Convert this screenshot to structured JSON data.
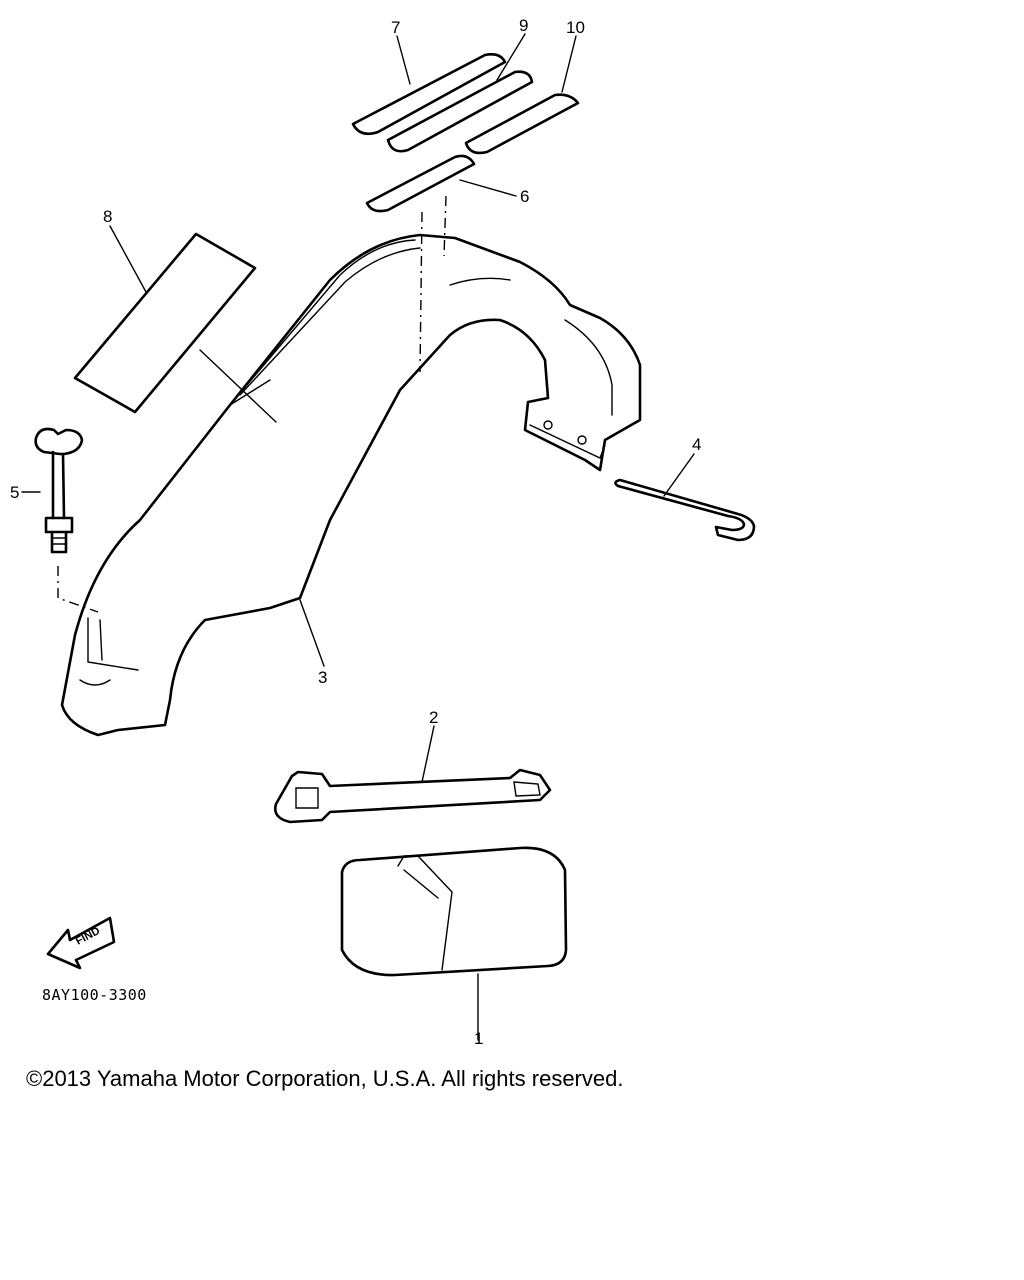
{
  "diagram": {
    "callouts": [
      {
        "id": "1",
        "label": "1"
      },
      {
        "id": "2",
        "label": "2"
      },
      {
        "id": "3",
        "label": "3"
      },
      {
        "id": "4",
        "label": "4"
      },
      {
        "id": "5",
        "label": "5"
      },
      {
        "id": "6",
        "label": "6"
      },
      {
        "id": "7",
        "label": "7"
      },
      {
        "id": "8",
        "label": "8"
      },
      {
        "id": "9",
        "label": "9"
      },
      {
        "id": "10",
        "label": "10"
      }
    ],
    "find_badge_text": "FIND",
    "drawing_code": "8AY100-3300"
  },
  "footer": {
    "copyright": "©2013 Yamaha Motor Corporation, U.S.A. All rights reserved."
  }
}
